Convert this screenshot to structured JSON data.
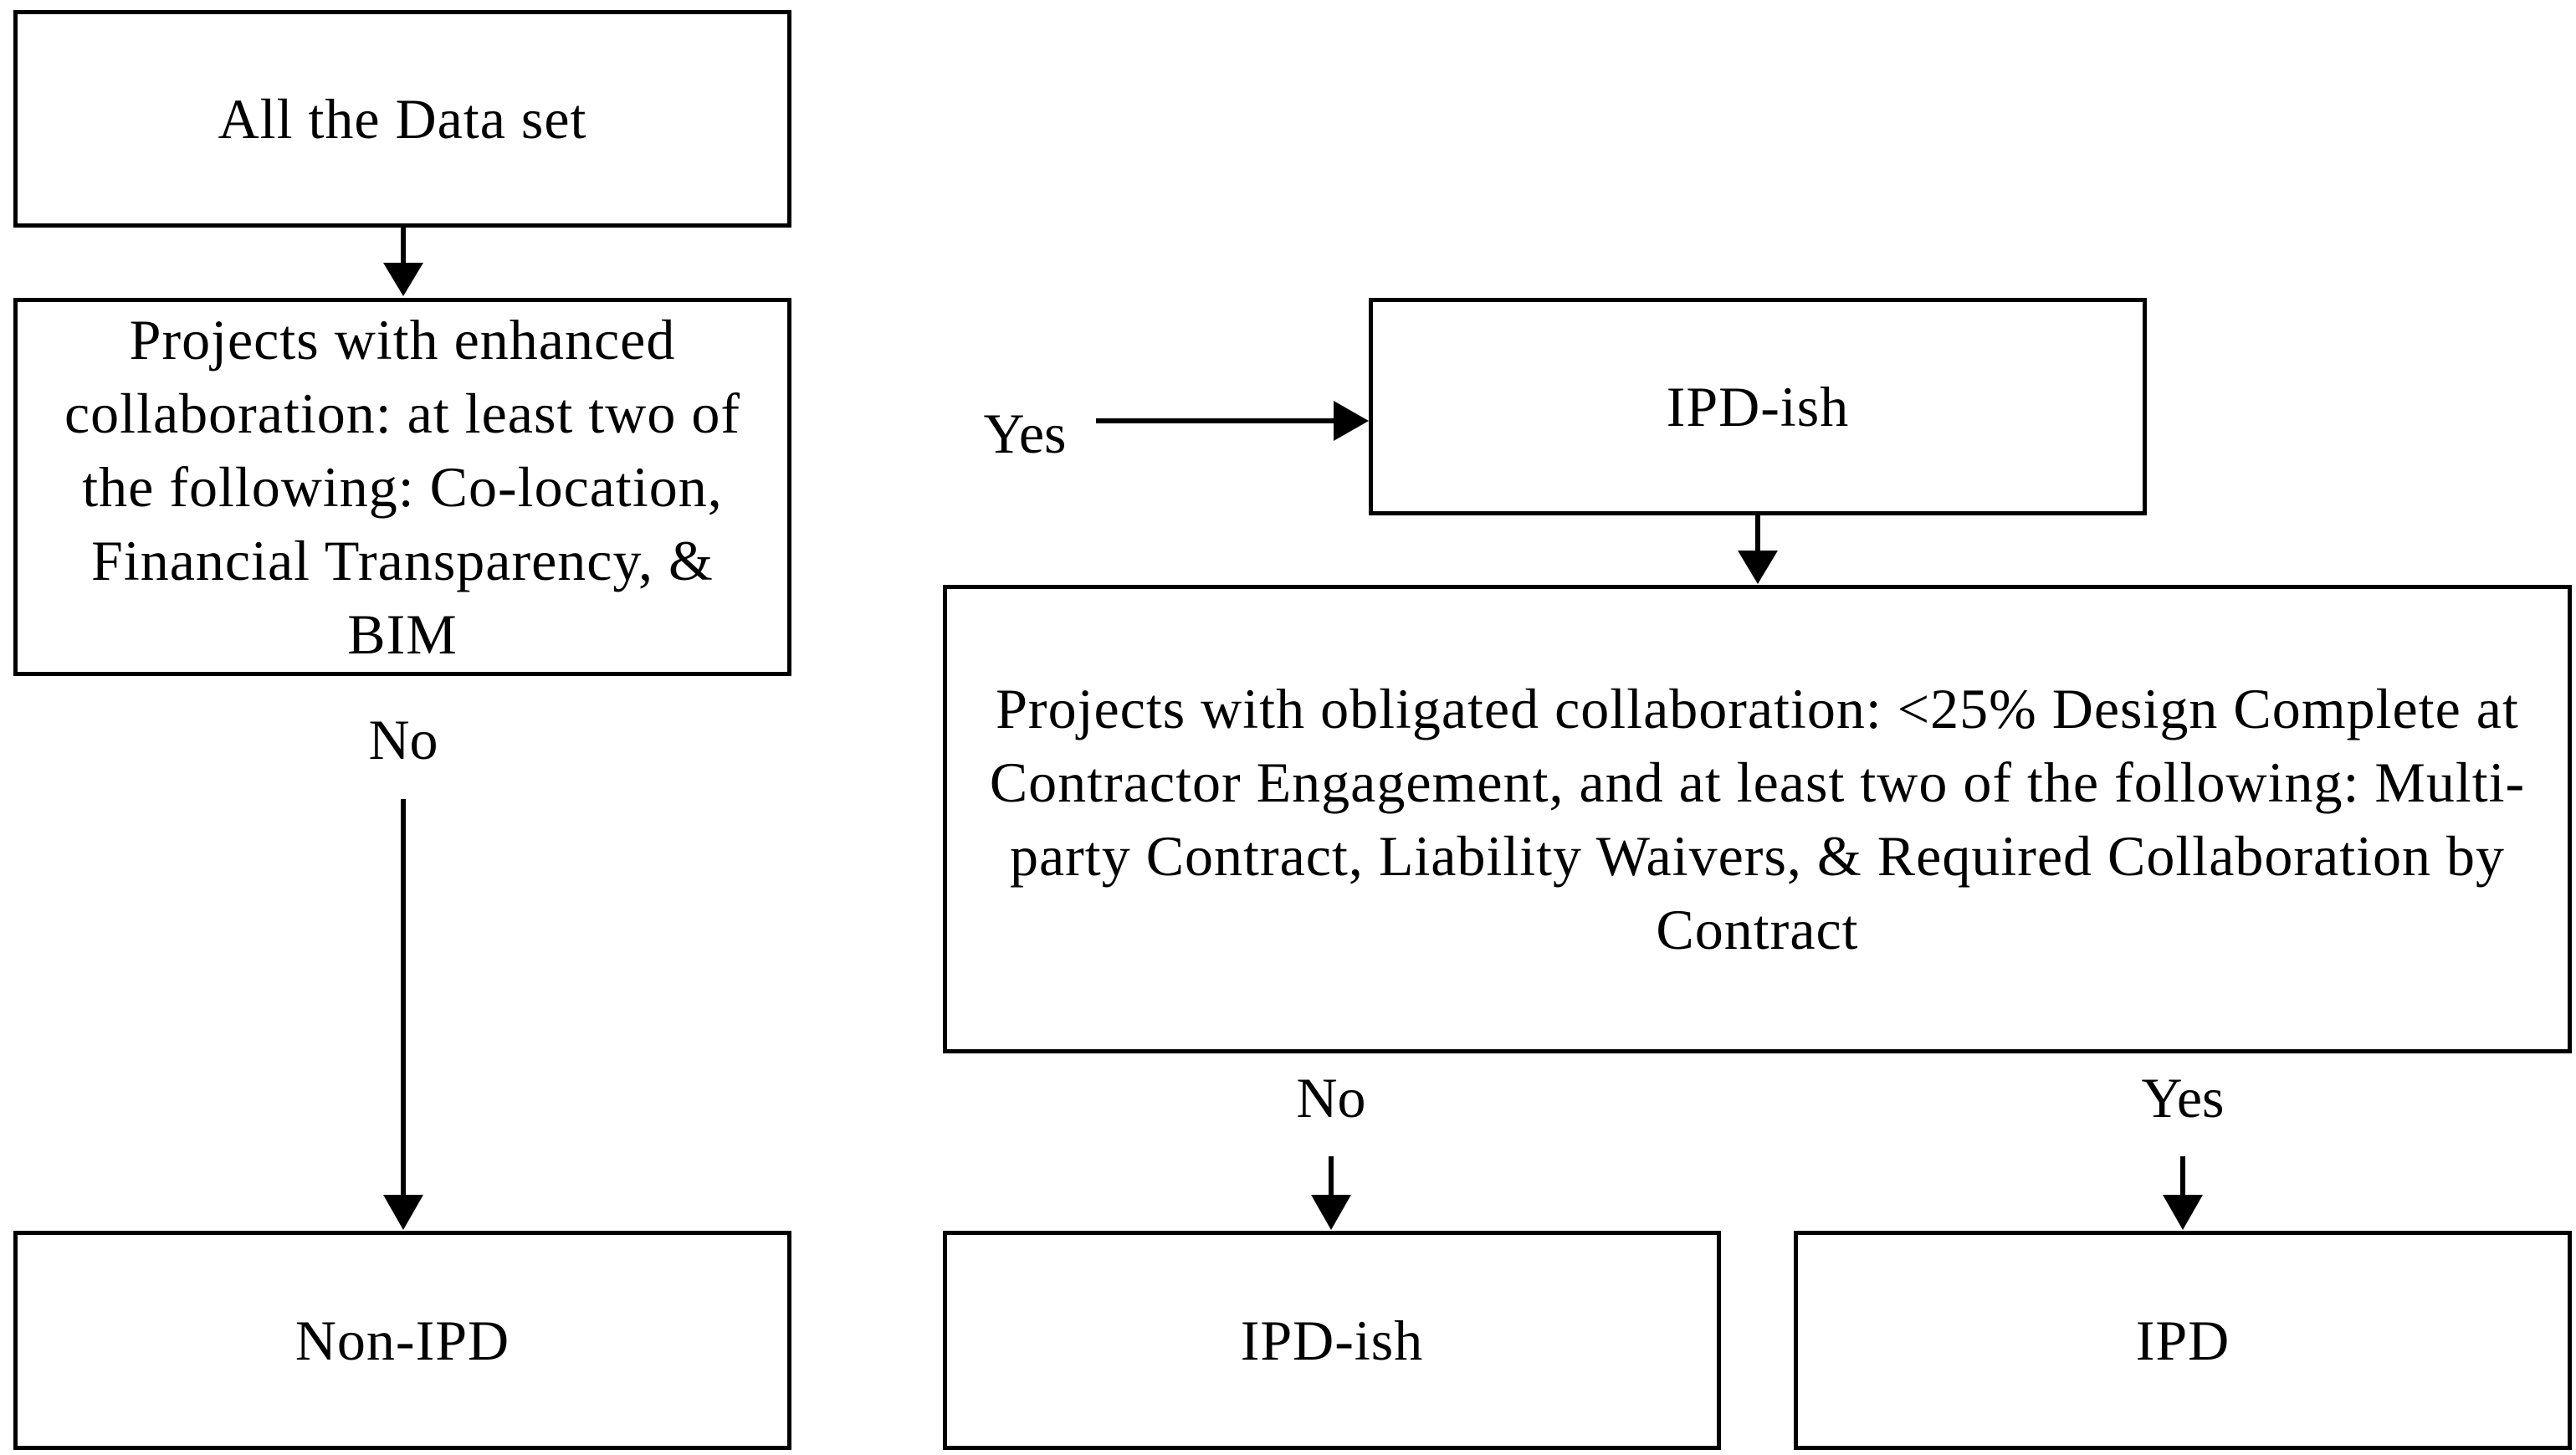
{
  "boxes": {
    "all_data": "All the Data set",
    "enhanced": "Projects with enhanced collaboration: at least two of the following: Co-location, Financial Transparency, & BIM",
    "ipd_ish_top": "IPD-ish",
    "obligated": "Projects with obligated collaboration: <25% Design Complete at Contractor Engagement, and at least two of the following: Multi-party Contract, Liability Waivers, & Required Collaboration by Contract",
    "non_ipd": "Non-IPD",
    "ipd_ish_bottom": "IPD-ish",
    "ipd": "IPD"
  },
  "labels": {
    "yes_enhanced": "Yes",
    "no_enhanced": "No",
    "no_obligated": "No",
    "yes_obligated": "Yes"
  }
}
